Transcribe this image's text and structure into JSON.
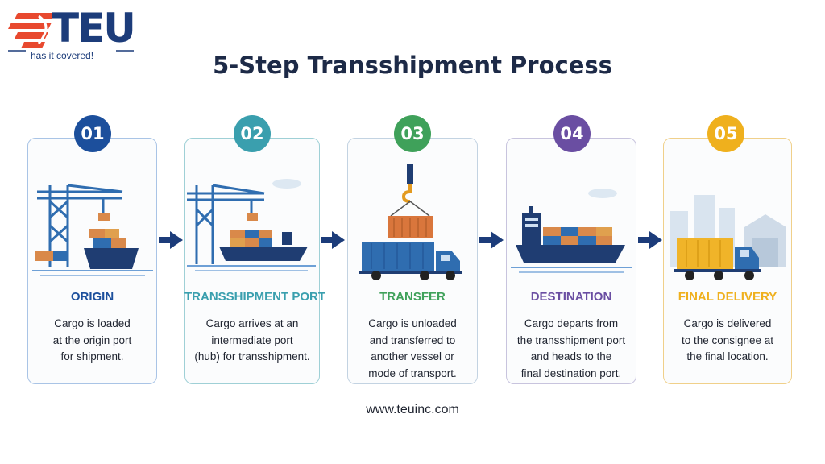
{
  "logo": {
    "text": "TEU",
    "tagline": "has it covered!"
  },
  "title": "5-Step Transshipment Process",
  "colors": {
    "step1": "#1c4f9c",
    "step2": "#3a9fae",
    "step3": "#3fa15a",
    "step4": "#6a4ea2",
    "step5": "#efb01d",
    "arrow": "#1c3c7a"
  },
  "steps": [
    {
      "number": "01",
      "title": "ORIGIN",
      "lines": [
        "Cargo is loaded",
        "at the origin port",
        "for shipment."
      ],
      "icon": "crane-ship-icon"
    },
    {
      "number": "02",
      "title": "TRANSSHIPMENT PORT",
      "lines": [
        "Cargo arrives at an",
        "intermediate port",
        "(hub) for transshipment."
      ],
      "icon": "port-crane-vessel-icon"
    },
    {
      "number": "03",
      "title": "TRANSFER",
      "lines": [
        "Cargo is unloaded",
        "and transferred to",
        "another vessel or",
        "mode of transport."
      ],
      "icon": "container-hook-truck-icon"
    },
    {
      "number": "04",
      "title": "DESTINATION",
      "lines": [
        "Cargo departs from",
        "the transshipment port",
        "and heads to the",
        "final destination port."
      ],
      "icon": "container-ship-icon"
    },
    {
      "number": "05",
      "title": "FINAL DELIVERY",
      "lines": [
        "Cargo is delivered",
        "to the consignee at",
        "the final location."
      ],
      "icon": "delivery-truck-icon"
    }
  ],
  "footer": {
    "url": "www.teuinc.com"
  }
}
